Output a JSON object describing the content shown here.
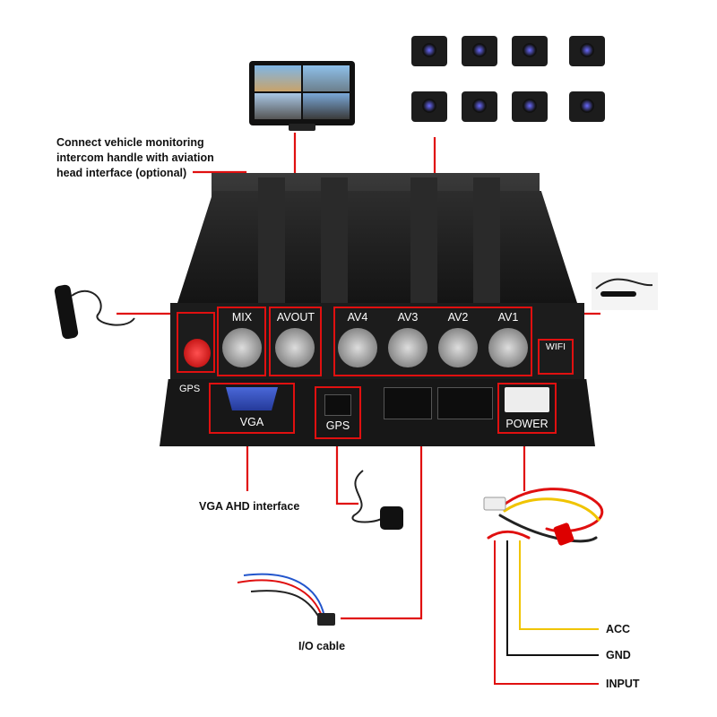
{
  "annotations": {
    "intercom_note": [
      "Connect vehicle monitoring",
      "intercom handle with aviation",
      "head interface (optional)"
    ],
    "vga_note": "VGA AHD interface",
    "io_note": "I/O cable",
    "acc": "ACC",
    "gnd": "GND",
    "input": "INPUT"
  },
  "ports": {
    "mix": "MIX",
    "avout": "AVOUT",
    "av4": "AV4",
    "av3": "AV3",
    "av2": "AV2",
    "av1": "AV1",
    "wifi": "WIFI",
    "gps_left": "GPS",
    "vga": "VGA",
    "gps": "GPS",
    "power": "POWER"
  },
  "colors": {
    "callout": "#e01010",
    "device": "#1c1c1c",
    "acc_wire": "#f0c400",
    "gnd_wire": "#111111",
    "input_wire": "#e01010"
  }
}
